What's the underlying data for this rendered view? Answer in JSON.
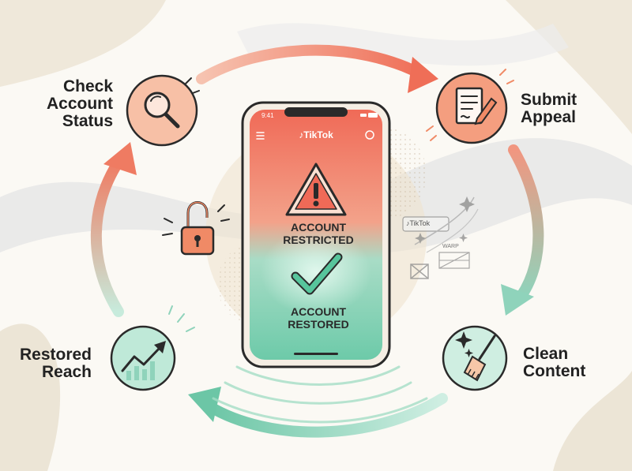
{
  "steps": [
    {
      "id": "check",
      "line1": "Check",
      "line2": "Account",
      "line3": "Status",
      "icon": "magnifier-icon",
      "color": "#f08a66"
    },
    {
      "id": "submit",
      "line1": "Submit",
      "line2": "Appeal",
      "icon": "document-pen-icon",
      "color": "#f08a66"
    },
    {
      "id": "clean",
      "line1": "Clean",
      "line2": "Content",
      "icon": "broom-sparkle-icon",
      "color": "#6cc6a6"
    },
    {
      "id": "restored",
      "line1": "Restored",
      "line2": "Reach",
      "icon": "trend-up-icon",
      "color": "#6cc6a6"
    }
  ],
  "phone": {
    "time": "9:41",
    "app_name": "TikTok",
    "status_top": "ACCOUNT",
    "status_top_2": "RESTRICTED",
    "status_bottom": "ACCOUNT",
    "status_bottom_2": "RESTORED"
  },
  "side_card": {
    "app_name": "TikTok",
    "word": "WARP"
  },
  "colors": {
    "warm": "#f08a66",
    "cool": "#6cc6a6",
    "ink": "#2a2a2a"
  }
}
